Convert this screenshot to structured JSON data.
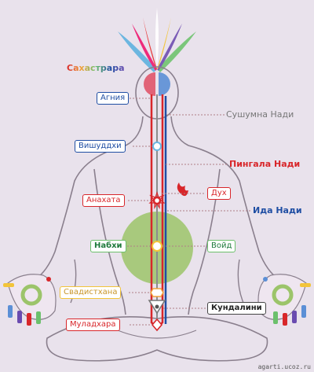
{
  "colors": {
    "background": "#e9e2ec",
    "body_outline": "#8a7f8d",
    "pingala": "#d8262a",
    "ida": "#1f4ea3",
    "sushumna": "#8c8c8c",
    "aura": "#9cc46a"
  },
  "labels": {
    "sahasrara": "Сахастрара",
    "agniya": "Агния",
    "sushumna_nadi": "Сушумна Нади",
    "vishuddhi": "Вишуддхи",
    "pingala_nadi": "Пингала Нади",
    "anahata": "Анахата",
    "dukh": "Дух",
    "ida_nadi": "Ида Нади",
    "nabkhi": "Набхи",
    "void": "Войд",
    "svadisthana": "Свадистхана",
    "kundalini": "Кундалини",
    "muladhara": "Муладхара"
  },
  "watermark": "agarti.ucoz.ru"
}
